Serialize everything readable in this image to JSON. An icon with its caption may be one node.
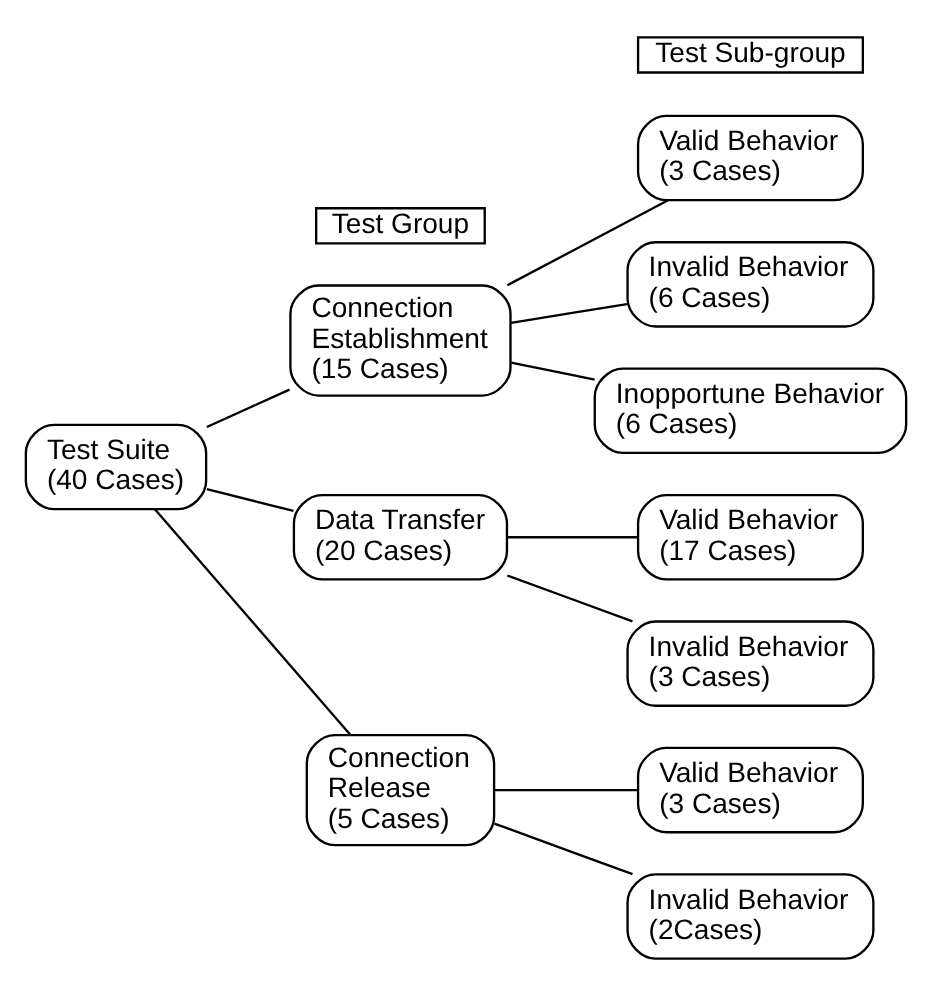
{
  "diagram": {
    "nodes": [
      {
        "text": [
          "Test Group"
        ]
      },
      {
        "text": [
          "Test Sub-group"
        ]
      },
      {
        "text": [
          "Test Suite",
          "(40 Cases)"
        ]
      },
      {
        "text": [
          "Connection Establishment",
          "(15 Cases)"
        ]
      },
      {
        "text": [
          "Data Transfer",
          "(20 Cases)"
        ]
      },
      {
        "text": [
          "Connection Release",
          "(5 Cases)"
        ]
      },
      {
        "text": [
          "Valid Behavior",
          "(3 Cases)"
        ]
      },
      {
        "text": [
          "Invalid Behavior",
          "(6 Cases)"
        ]
      },
      {
        "text": [
          "Inopportune Behavior",
          "(6 Cases)"
        ]
      },
      {
        "text": [
          "Valid Behavior",
          "(17 Cases)"
        ]
      },
      {
        "text": [
          "Invalid Behavior",
          "(3 Cases)"
        ]
      },
      {
        "text": [
          "Valid Behavior",
          "(3 Cases)"
        ]
      },
      {
        "text": [
          "Invalid Behavior",
          "(2Cases)"
        ]
      }
    ],
    "edges": [
      {
        "from": 2,
        "to": 3,
        "arrow": "none"
      },
      {
        "from": 2,
        "to": 4,
        "arrow": "none"
      },
      {
        "from": 2,
        "to": 5,
        "arrow": "none"
      },
      {
        "from": 3,
        "to": 6,
        "arrow": "none"
      },
      {
        "from": 3,
        "to": 7,
        "arrow": "none"
      },
      {
        "from": 3,
        "to": 8,
        "arrow": "none"
      },
      {
        "from": 4,
        "to": 9,
        "arrow": "none"
      },
      {
        "from": 4,
        "to": 10,
        "arrow": "none"
      },
      {
        "from": 5,
        "to": 11,
        "arrow": "none"
      },
      {
        "from": 5,
        "to": 12,
        "arrow": "none"
      }
    ]
  }
}
